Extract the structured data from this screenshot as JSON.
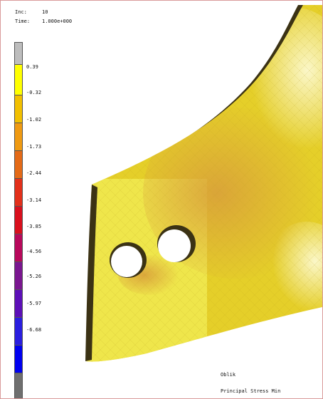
{
  "header": {
    "inc_label": "Inc:",
    "inc_value": "10",
    "time_label": "Time:",
    "time_value": "1.000e+000"
  },
  "legend": {
    "ticks": [
      "0.39",
      "-0.32",
      "-1.02",
      "-1.73",
      "-2.44",
      "-3.14",
      "-3.85",
      "-4.56",
      "-5.26",
      "-5.97",
      "-6.68"
    ],
    "colors": [
      "#bdbdbd",
      "#ffff00",
      "#f2c000",
      "#ef9a12",
      "#e46a17",
      "#e3301a",
      "#d90f1d",
      "#b8085b",
      "#7a1690",
      "#5c0fb8",
      "#2a1ee0",
      "#0000f0",
      "#6f6f6f"
    ]
  },
  "model": {
    "colors": {
      "base": "#e5cf29",
      "light": "#f4ef5a",
      "pale": "#f8f4b3",
      "orange": "#dca53a",
      "dark": "#3b3214",
      "edge": "#6b5a1c",
      "hole": "#ffffff"
    }
  },
  "footer": {
    "model_name": "Oblik",
    "result_name": "Principal Stress Min"
  }
}
